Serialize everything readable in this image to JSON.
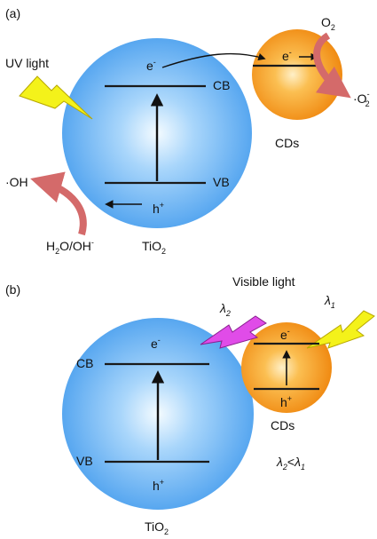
{
  "panel_a": {
    "panel_label": "(a)",
    "uv_label": "UV light",
    "electron": "e",
    "electron_sup": "-",
    "cb_label": "CB",
    "vb_label": "VB",
    "hole": "h",
    "hole_sup": "+",
    "oh_label": "·OH",
    "h2o_label": "H",
    "h2o_sub": "2",
    "h2o_rest": "O/OH",
    "h2o_sup": "-",
    "tio2_label": "TiO",
    "tio2_sub": "2",
    "cds_label": "CDs",
    "cds_electron": "e",
    "cds_electron_sup": "-",
    "o2_label": "O",
    "o2_sub": "2",
    "o2rad_label": "·O",
    "o2rad_sub": "2",
    "o2rad_sup": "-"
  },
  "panel_b": {
    "panel_label": "(b)",
    "visible_label": "Visible light",
    "lambda2": "λ",
    "lambda2_sub": "2",
    "lambda1": "λ",
    "lambda1_sub": "1",
    "electron": "e",
    "electron_sup": "-",
    "cb_label": "CB",
    "vb_label": "VB",
    "hole": "h",
    "hole_sup": "+",
    "tio2_label": "TiO",
    "tio2_sub": "2",
    "cds_label": "CDs",
    "cds_electron": "e",
    "cds_electron_sup": "-",
    "cds_hole": "h",
    "cds_hole_sup": "+",
    "relation_l2": "λ",
    "relation_l2_sub": "2",
    "relation_lt": "<",
    "relation_l1": "λ",
    "relation_l1_sub": "1"
  },
  "colors": {
    "tio2_sphere": "#5aa9f0",
    "cds_sphere": "#f5931e",
    "lightning_uv": "#f4f21a",
    "lightning_magenta": "#e04ce8",
    "curved_arrow": "#d46a6a"
  }
}
